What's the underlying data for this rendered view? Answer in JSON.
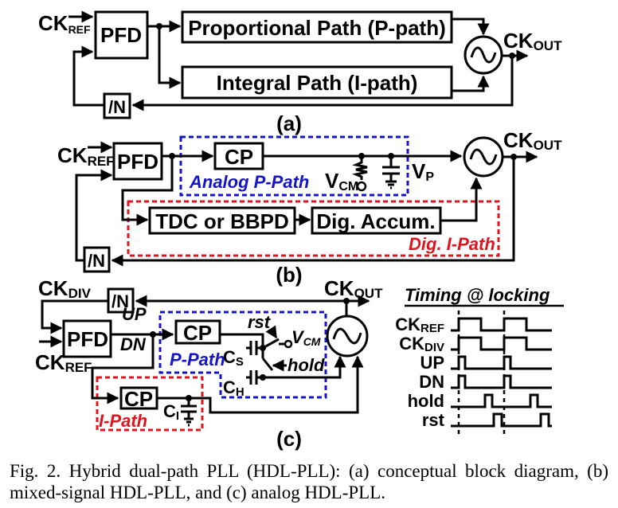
{
  "figure": {
    "panel_a": {
      "label": "(a)",
      "input_label": "CK",
      "input_sub": "REF",
      "pfd": "PFD",
      "p_path": "Proportional Path (P-path)",
      "i_path": "Integral Path (I-path)",
      "divider": "/N",
      "output_label": "CK",
      "output_sub": "OUT",
      "vco_icon": "oscillator-icon"
    },
    "panel_b": {
      "label": "(b)",
      "input_label": "CK",
      "input_sub": "REF",
      "pfd": "PFD",
      "cp": "CP",
      "analog_p_path": "Analog P-Path",
      "vcm": "V",
      "vcm_sub": "CM",
      "vp": "V",
      "vp_sub": "P",
      "tdc": "TDC or BBPD",
      "accum": "Dig. Accum.",
      "dig_i_path": "Dig. I-Path",
      "divider": "/N",
      "output_label": "CK",
      "output_sub": "OUT"
    },
    "panel_c": {
      "label": "(c)",
      "ckdiv": "CK",
      "ckdiv_sub": "DIV",
      "ckref": "CK",
      "ckref_sub": "REF",
      "divider": "/N",
      "pfd": "PFD",
      "up": "UP",
      "dn": "DN",
      "cp_p": "CP",
      "cp_i": "CP",
      "p_path": "P-Path",
      "i_path": "I-Path",
      "rst": "rst",
      "hold": "hold",
      "vcm": "V",
      "vcm_sub": "CM",
      "cs": "C",
      "cs_sub": "S",
      "ch": "C",
      "ch_sub": "H",
      "ci": "C",
      "ci_sub": "I",
      "output_label": "CK",
      "output_sub": "OUT"
    },
    "timing": {
      "title": "Timing @ locking",
      "signals": [
        {
          "name": "CK",
          "sub": "REF",
          "wave": "clock"
        },
        {
          "name": "CK",
          "sub": "DIV",
          "wave": "clock"
        },
        {
          "name": "UP",
          "sub": "",
          "wave": "short-pulse"
        },
        {
          "name": "DN",
          "sub": "",
          "wave": "short-pulse"
        },
        {
          "name": "hold",
          "sub": "",
          "wave": "mid-pulse"
        },
        {
          "name": "rst",
          "sub": "",
          "wave": "late-pulse"
        }
      ]
    },
    "colors": {
      "p_path": "#1414c8",
      "i_path": "#e0141e"
    }
  },
  "caption": "Fig. 2. Hybrid dual-path PLL (HDL-PLL): (a) conceptual block diagram, (b) mixed-signal HDL-PLL, and (c) analog HDL-PLL."
}
